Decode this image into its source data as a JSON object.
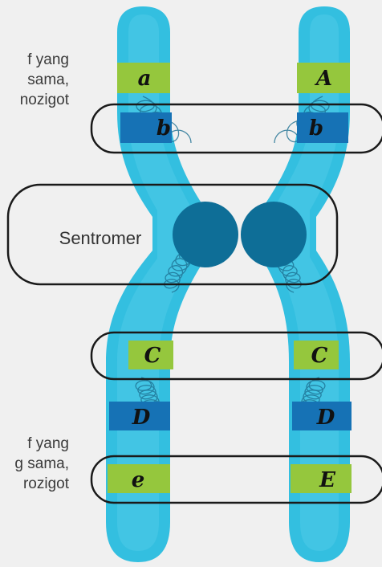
{
  "text_top": [
    "f yang",
    "sama,",
    "nozigot"
  ],
  "text_bottom": [
    "f yang",
    "g sama,",
    "rozigot"
  ],
  "centromere_label": "Sentromer",
  "genes": {
    "left": [
      "a",
      "b",
      "C",
      "D",
      "e"
    ],
    "right": [
      "A",
      "b",
      "C",
      "D",
      "E"
    ]
  },
  "colors": {
    "background": "#f0f0f0",
    "chromatid": "#33bfe0",
    "chromatid_inner": "#63d0ea",
    "band_green": "#95c73d",
    "band_blue": "#1672b5",
    "centromere": "#0e6e97",
    "outline": "#1a1a1a"
  }
}
